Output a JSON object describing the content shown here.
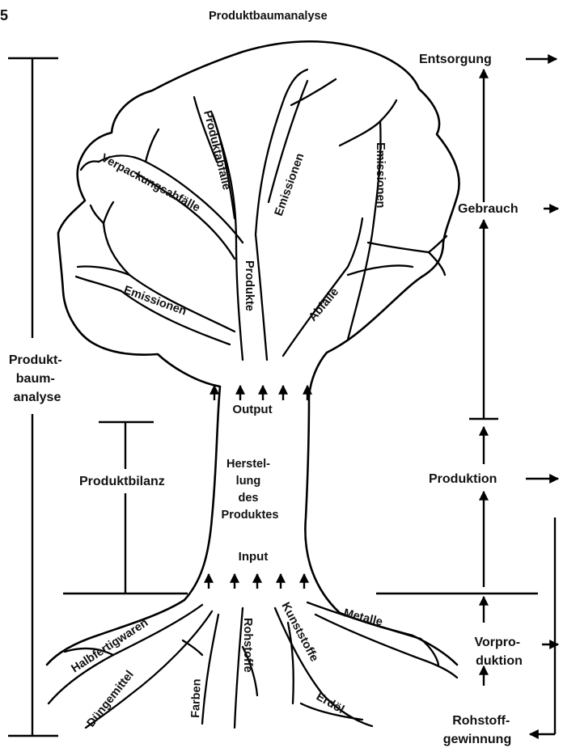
{
  "page_number": "5",
  "title": "Produktbaumanalyse",
  "left_labels": {
    "produktbaum_lines": [
      "Produkt-",
      "baum-",
      "analyse"
    ],
    "produktbilanz": "Produktbilanz"
  },
  "trunk": {
    "output": "Output",
    "herstellung_lines": [
      "Herstel-",
      "lung",
      "des",
      "Produktes"
    ],
    "input": "Input"
  },
  "crown_labels": {
    "verpackungsabfaelle": "Verpackungsabfälle",
    "produktabfaelle": "Produktabfälle",
    "emissionen_center": "Emissionen",
    "emissionen_right": "Emissionen",
    "emissionen_lower": "Emissionen",
    "produkte": "Produkte",
    "abfaelle": "Abfälle"
  },
  "root_labels": {
    "halbfertigwaren": "Halbfertigwaren",
    "duengemittel": "Düngemittel",
    "farben": "Farben",
    "rohstoffe": "Rohstoffe",
    "kunststoffe": "Kunststoffe",
    "erdoel": "Erdöl",
    "metalle": "Metalle"
  },
  "lifecycle": {
    "entsorgung": "Entsorgung",
    "gebrauch": "Gebrauch",
    "produktion": "Produktion",
    "vorproduktion_lines": [
      "Vorpro-",
      "duktion"
    ],
    "rohstoffgewinnung_lines": [
      "Rohstoff-",
      "gewinnung"
    ]
  }
}
